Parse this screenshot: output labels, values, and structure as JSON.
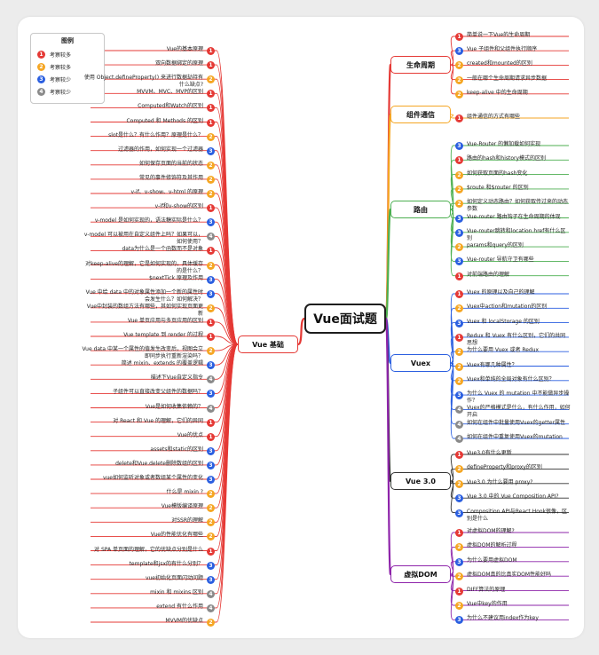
{
  "root": "Vue面试题",
  "legend": {
    "title": "图例",
    "items": [
      {
        "level": 1,
        "label": "考察较多"
      },
      {
        "level": 2,
        "label": "考察较多"
      },
      {
        "level": 3,
        "label": "考察较少"
      },
      {
        "level": 4,
        "label": "考察较少"
      }
    ]
  },
  "level_colors": {
    "1": "#e53935",
    "2": "#f5a623",
    "3": "#2b5fe0",
    "4": "#8a8a8a"
  },
  "branches": [
    {
      "id": "lifecycle",
      "title": "生命周期",
      "side": "right",
      "color": "#e53935",
      "items": [
        {
          "text": "简单说一下Vue的生命周期",
          "level": 1
        },
        {
          "text": "Vue 子组件和父组件执行顺序",
          "level": 3
        },
        {
          "text": "created和mounted的区别",
          "level": 2
        },
        {
          "text": "一般在哪个生命周期请求异步数据",
          "level": 2
        },
        {
          "text": "keep-alive 中的生命周期",
          "level": 2
        }
      ]
    },
    {
      "id": "communication",
      "title": "组件通信",
      "side": "right",
      "color": "#f5a623",
      "items": [
        {
          "text": "组件通信的方式有哪些",
          "level": 1
        }
      ]
    },
    {
      "id": "router",
      "title": "路由",
      "side": "right",
      "color": "#4caf50",
      "items": [
        {
          "text": "Vue-Router 的懒加载如何实现",
          "level": 3
        },
        {
          "text": "路由的hash和history模式的区别",
          "level": 1
        },
        {
          "text": "如何获取页面的hash变化",
          "level": 2
        },
        {
          "text": "$route 和$router 的区别",
          "level": 2
        },
        {
          "text": "如何定义动态路由？如何获取传过来的动态参数",
          "level": 2
        },
        {
          "text": "Vue-router 路由钩子在生命周期的体现",
          "level": 3
        },
        {
          "text": "Vue-router跳转和location.href有什么区别",
          "level": 3
        },
        {
          "text": "params和query的区别",
          "level": 2
        },
        {
          "text": "Vue-router 导航守卫有哪些",
          "level": 3
        },
        {
          "text": "对前端路由的理解",
          "level": 1
        }
      ]
    },
    {
      "id": "vuex",
      "title": "Vuex",
      "side": "right",
      "color": "#2b5fe0",
      "items": [
        {
          "text": "Vuex 的原理以及自己的理解",
          "level": 1
        },
        {
          "text": "Vuex中action和mutation的区别",
          "level": 2
        },
        {
          "text": "Vuex 和 localStorage 的区别",
          "level": 3
        },
        {
          "text": "Redux 和 Vuex 有什么区别，它们的共同思想",
          "level": 1
        },
        {
          "text": "为什么要用 Vuex 或者 Redux",
          "level": 2
        },
        {
          "text": "Vuex有哪几种属性？",
          "level": 2
        },
        {
          "text": "Vuex和单纯的全局对象有什么区别？",
          "level": 2
        },
        {
          "text": "为什么 Vuex 的 mutation 中不能做异步操作？",
          "level": 3
        },
        {
          "text": "Vuex的严格模式是什么，有什么作用，如何开启",
          "level": 4
        },
        {
          "text": "如何在组件中批量使用Vuex的getter属性",
          "level": 4
        },
        {
          "text": "如何在组件中重复使用Vuex的mutation",
          "level": 4
        }
      ]
    },
    {
      "id": "vue3",
      "title": "Vue 3.0",
      "side": "right",
      "color": "#333333",
      "items": [
        {
          "text": "Vue3.0有什么更新",
          "level": 1
        },
        {
          "text": "defineProperty和proxy的区别",
          "level": 2
        },
        {
          "text": "Vue3.0 为什么要用 proxy?",
          "level": 2
        },
        {
          "text": "Vue 3.0 中的 Vue Composition API?",
          "level": 3
        },
        {
          "text": "Composition API与React Hook很像，区别是什么",
          "level": 3
        }
      ]
    },
    {
      "id": "vdom",
      "title": "虚拟DOM",
      "side": "right",
      "color": "#8e24aa",
      "items": [
        {
          "text": "对虚拟DOM的理解?",
          "level": 1
        },
        {
          "text": "虚拟DOM的解析过程",
          "level": 2
        },
        {
          "text": "为什么要用虚拟DOM",
          "level": 3
        },
        {
          "text": "虚拟DOM真的比真实DOM性能好吗",
          "level": 2
        },
        {
          "text": "DIFF算法的原理",
          "level": 1
        },
        {
          "text": "Vue中key的作用",
          "level": 2
        },
        {
          "text": "为什么不建议用index作为key",
          "level": 3
        }
      ]
    },
    {
      "id": "basics",
      "title": "Vue 基础",
      "side": "left",
      "color": "#e53935",
      "items": [
        {
          "text": "Vue的基本原理",
          "level": 1
        },
        {
          "text": "双向数据绑定的原理",
          "level": 1
        },
        {
          "text": "使用 Object.defineProperty() 来进行数据劫持有什么缺点?",
          "level": 2
        },
        {
          "text": "MVVM、MVC、MVP的区别",
          "level": 1
        },
        {
          "text": "Computed和Watch的区别",
          "level": 1
        },
        {
          "text": "Computed 和 Methods 的区别",
          "level": 1
        },
        {
          "text": "slot是什么？有什么作用？原理是什么？",
          "level": 2
        },
        {
          "text": "过滤器的作用，如何实现一个过滤器",
          "level": 3
        },
        {
          "text": "如何保存页面的当前的状态",
          "level": 2
        },
        {
          "text": "常见的事件修饰符及其作用",
          "level": 2
        },
        {
          "text": "v-if、v-show、v-html 的原理",
          "level": 2
        },
        {
          "text": "v-if和v-show的区别",
          "level": 1
        },
        {
          "text": "v-model 是如何实现的，语法糖实际是什么？",
          "level": 3
        },
        {
          "text": "v-model 可以被用在自定义组件上吗？如果可以，如何使用？",
          "level": 4
        },
        {
          "text": "data为什么是一个函数而不是对象",
          "level": 1
        },
        {
          "text": "对keep-alive的理解，它是如何实现的，具体缓存的是什么？",
          "level": 2
        },
        {
          "text": "$nextTick 原理及作用",
          "level": 3
        },
        {
          "text": "Vue 中给 data 中的对象属性添加一个新的属性时会发生什么？如何解决？",
          "level": 3
        },
        {
          "text": "Vue中封装的数组方法有哪些，其如何实现页面更新",
          "level": 2
        },
        {
          "text": "Vue 单页应用与多页应用的区别",
          "level": 1
        },
        {
          "text": "Vue template 到 render 的过程",
          "level": 1
        },
        {
          "text": "Vue data 中某一个属性的值发生改变后，视图会立即同步执行重新渲染吗？",
          "level": 2
        },
        {
          "text": "简述 mixin、extends 的覆盖逻辑",
          "level": 3
        },
        {
          "text": "描述下Vue自定义指令",
          "level": 4
        },
        {
          "text": "子组件可以直接改变父组件的数据吗？",
          "level": 3
        },
        {
          "text": "Vue是如何收集依赖的？",
          "level": 4
        },
        {
          "text": "对 React 和 Vue 的理解，它们的异同",
          "level": 1
        },
        {
          "text": "Vue的优点",
          "level": 1
        },
        {
          "text": "assets和static的区别",
          "level": 3
        },
        {
          "text": "delete和Vue.delete删除数组的区别",
          "level": 3
        },
        {
          "text": "vue如何监听对象或者数组某个属性的变化",
          "level": 3
        },
        {
          "text": "什么是 mixin ?",
          "level": 2
        },
        {
          "text": "Vue模版编译原理",
          "level": 2
        },
        {
          "text": "对SSR的理解",
          "level": 2
        },
        {
          "text": "Vue的性能优化有哪些",
          "level": 2
        },
        {
          "text": "对 SPA 单页面的理解，它的优缺点分别是什么",
          "level": 1
        },
        {
          "text": "template和jsx的有什么分别？",
          "level": 3
        },
        {
          "text": "vue初始化页面闪动问题",
          "level": 3
        },
        {
          "text": "mixin 和 mixins 区别",
          "level": 4
        },
        {
          "text": "extend 有什么作用",
          "level": 4
        },
        {
          "text": "MVVM的优缺点",
          "level": 2
        }
      ]
    }
  ]
}
